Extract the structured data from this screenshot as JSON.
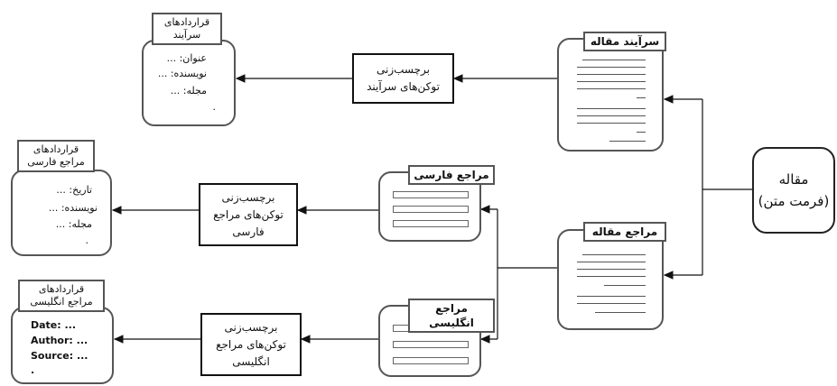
{
  "source": {
    "line1": "مقاله",
    "line2": "(فرمت متن)"
  },
  "article_header": {
    "label": "سرآیند مقاله"
  },
  "article_references": {
    "label": "مراجع مقاله"
  },
  "persian_refs": {
    "label": "مراجع فارسی"
  },
  "english_refs": {
    "label": "مراجع انگلیسی"
  },
  "tagger_header": {
    "line1": "برچسب‌زنی",
    "line2": "توکن‌های سرآیند"
  },
  "tagger_persian": {
    "line1": "برچسب‌زنی",
    "line2": "توکن‌های مراجع",
    "line3": "فارسی"
  },
  "tagger_english": {
    "line1": "برچسب‌زنی",
    "line2": "توکن‌های مراجع",
    "line3": "انگلیسی"
  },
  "output_header": {
    "title1": "قراردادهای",
    "title2": "سرآیند",
    "fields": [
      "عنوان: ...",
      "نویسنده: ...",
      "مجله: ...",
      "."
    ]
  },
  "output_persian": {
    "title1": "قراردادهای",
    "title2": "مراجع فارسی",
    "fields": [
      "تاریخ: ...",
      "نویسنده: ...",
      "مجله: ...",
      "."
    ]
  },
  "output_english": {
    "title1": "قراردادهای",
    "title2": "مراجع انگلیسی",
    "fields": [
      "Date: ...",
      "Author: ...",
      "Source: ...",
      "."
    ]
  }
}
